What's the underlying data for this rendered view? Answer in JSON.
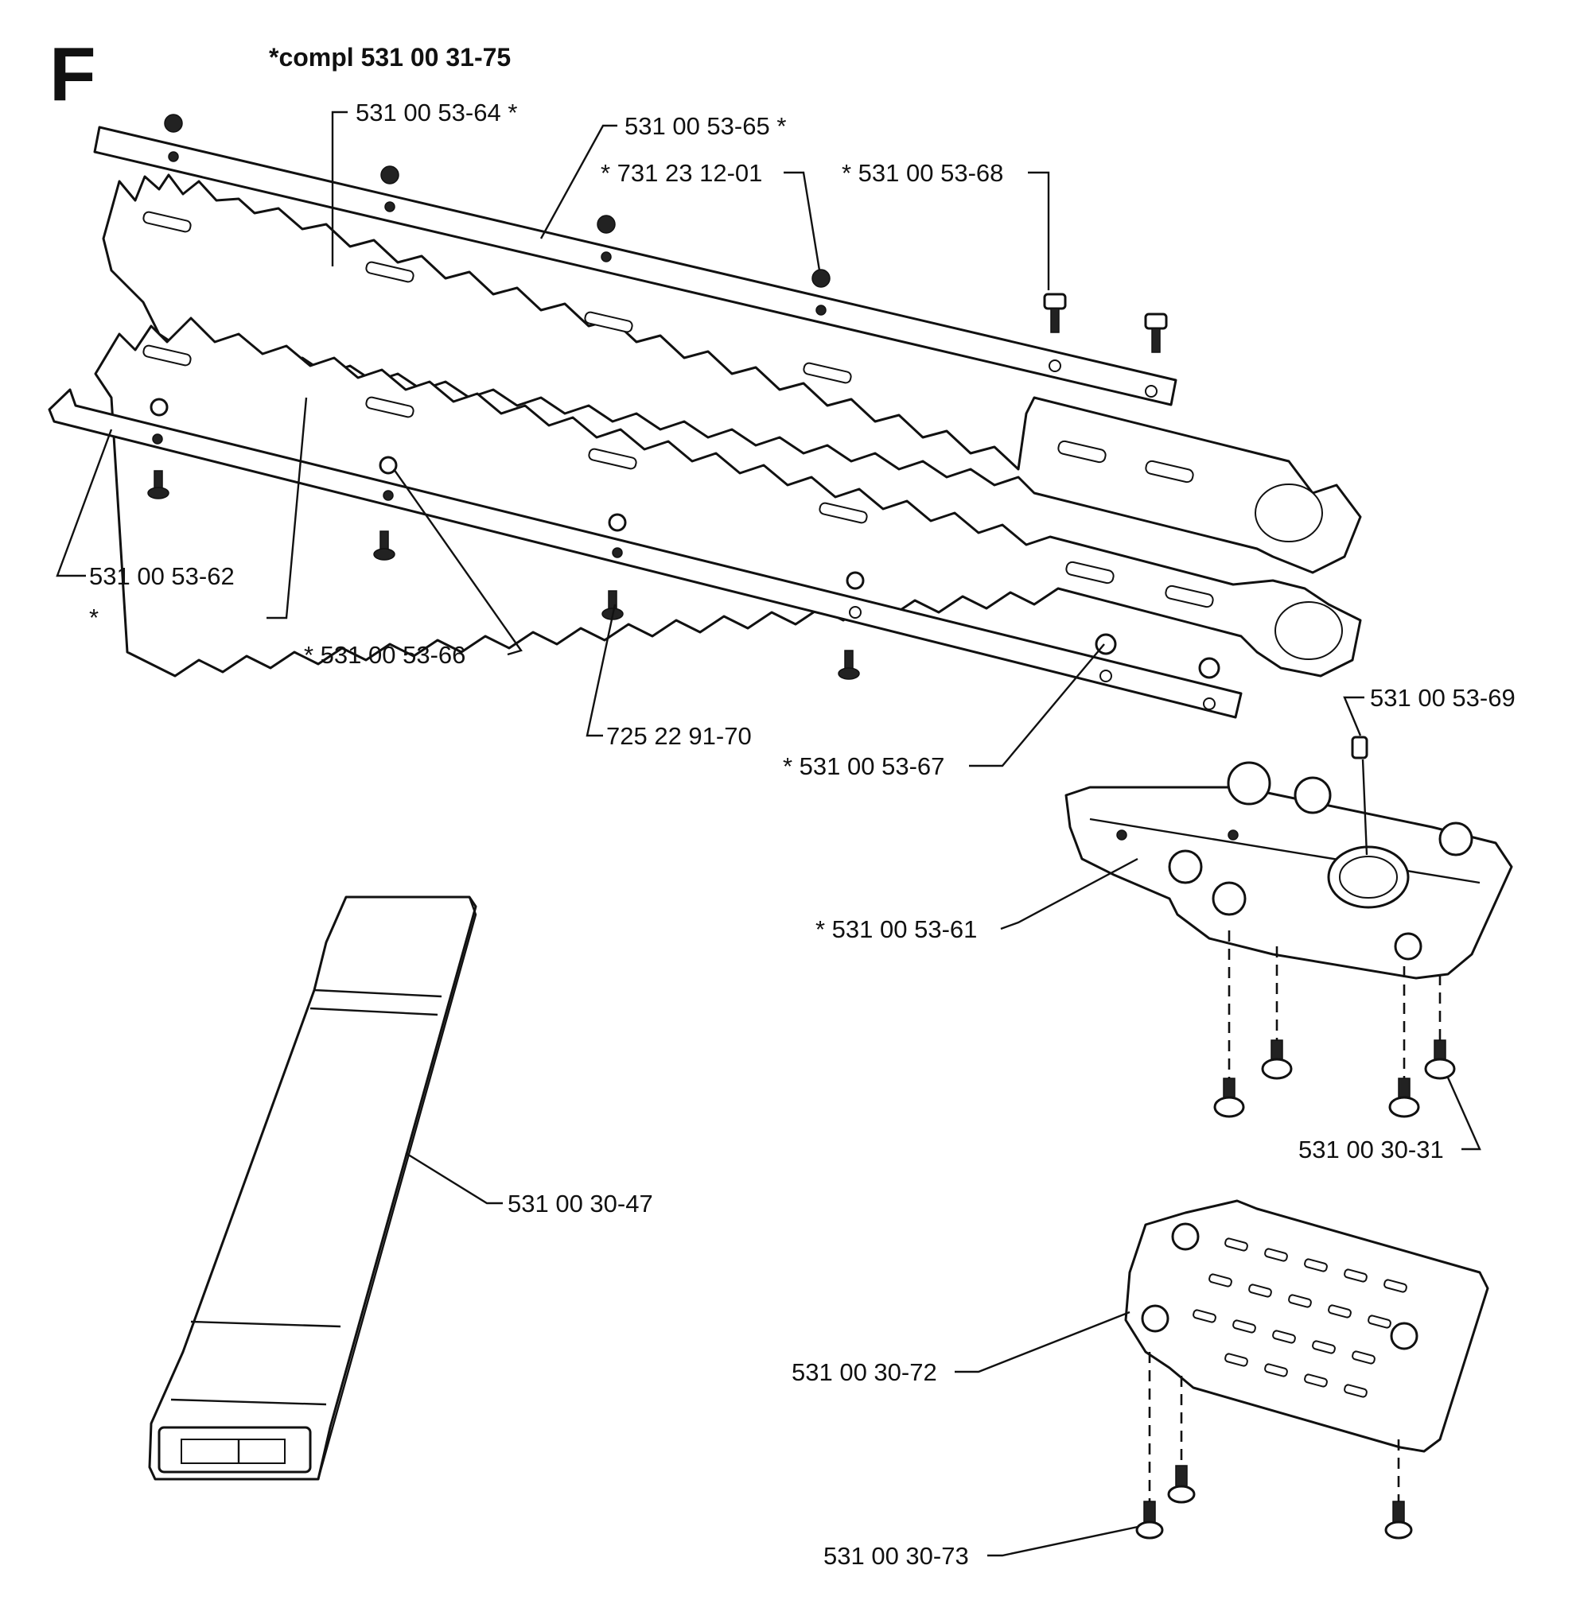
{
  "section": "F",
  "assembly": "*compl 531 00 31-75",
  "labels": {
    "p64": "531 00 53-64 *",
    "p65": "531 00 53-65 *",
    "p731": "* 731 23 12-01",
    "p68": "* 531 00 53-68",
    "p62": "531 00 53-62",
    "star": "*",
    "p66": "* 531 00 53-66",
    "p725": "725 22 91-70",
    "p67": "* 531 00 53-67",
    "p69": "531 00 53-69",
    "p61": "* 531 00 53-61",
    "p3031": "531 00 30-31",
    "p3047": "531 00 30-47",
    "p3072": "531 00 30-72",
    "p3073": "531 00 30-73"
  }
}
